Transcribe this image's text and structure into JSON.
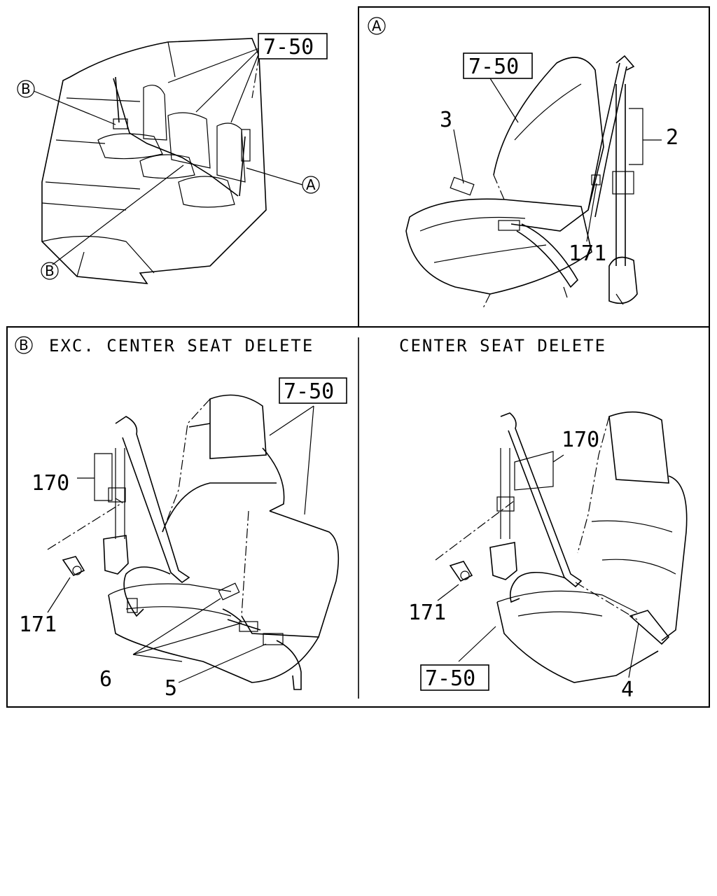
{
  "refs": {
    "ref_7_50": "7-50",
    "circle_a": "A",
    "circle_b": "B"
  },
  "panel_b": {
    "title_left": "EXC. CENTER SEAT DELETE",
    "title_right": "CENTER SEAT DELETE"
  },
  "callouts": {
    "p2": "2",
    "p3": "3",
    "p4": "4",
    "p5": "5",
    "p6": "6",
    "p170": "170",
    "p171": "171"
  }
}
